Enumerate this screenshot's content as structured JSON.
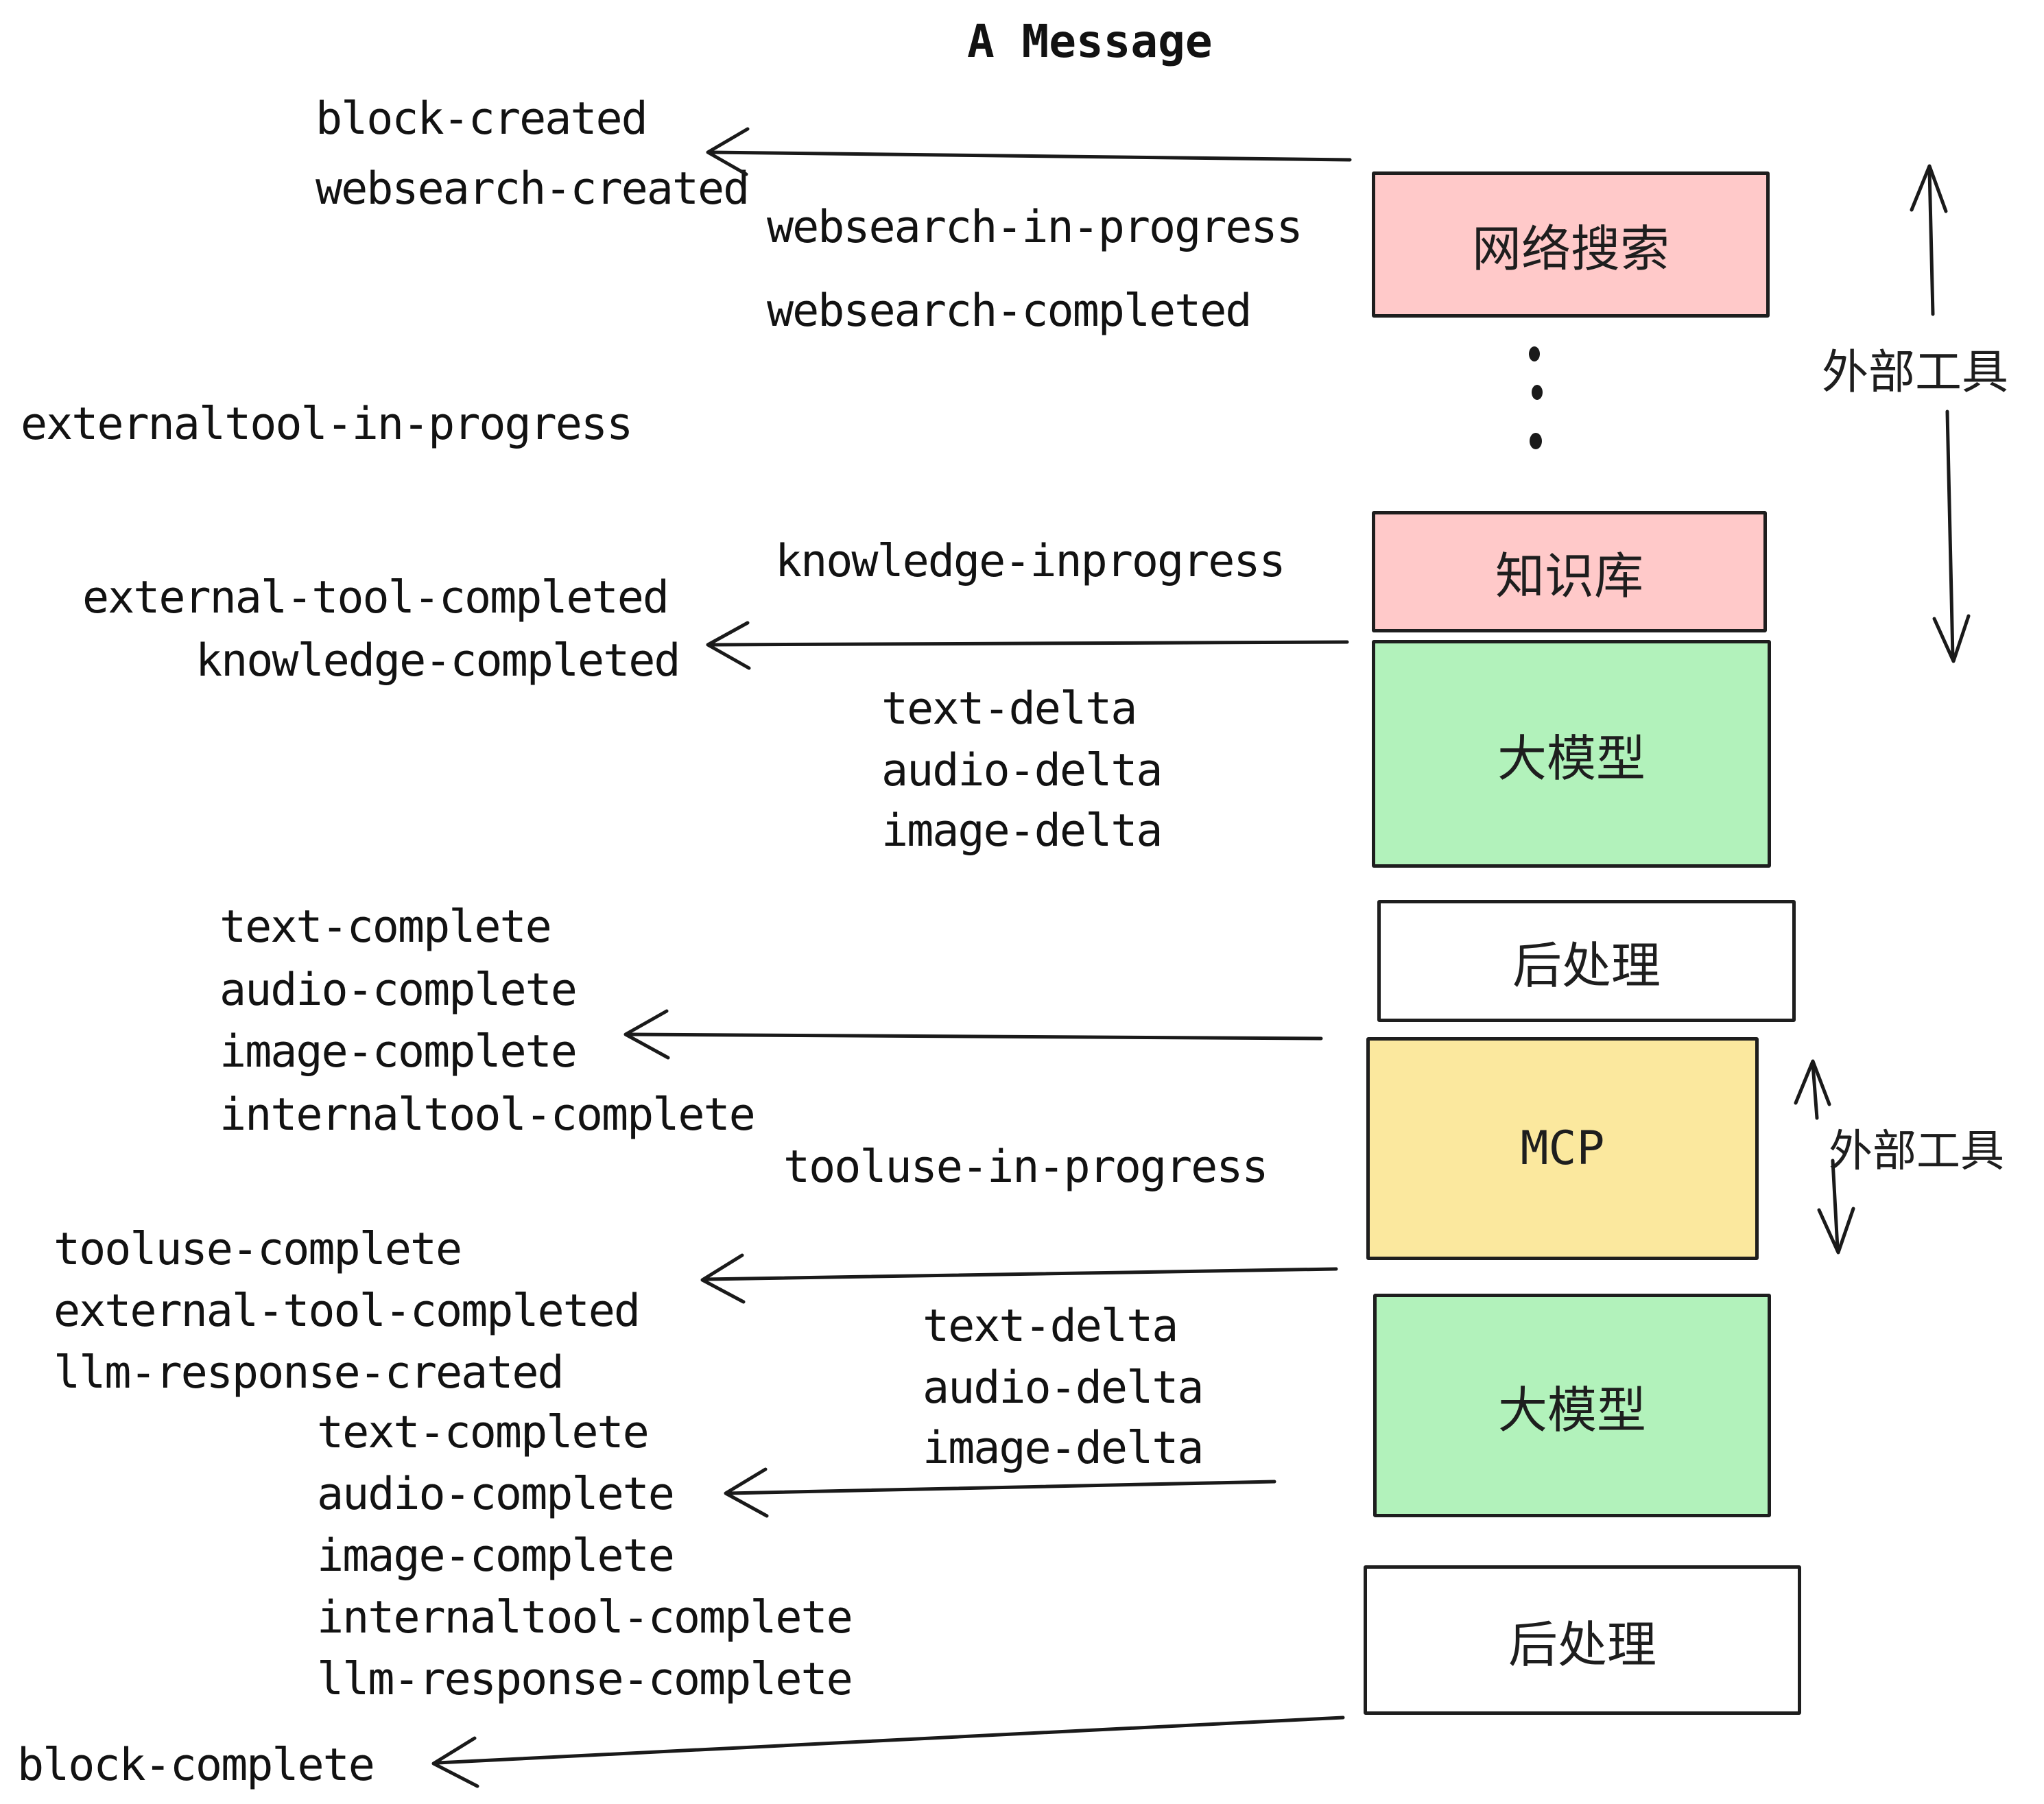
{
  "title": "A Message",
  "palette": {
    "pink": "#ffc9c9",
    "green": "#b2f2bb",
    "yellow": "#fbe89e",
    "white": "#ffffff",
    "ink": "#1e1e1e"
  },
  "boxes": {
    "websearch": "网络搜索",
    "knowledge": "知识库",
    "llm1": "大模型",
    "post1": "后处理",
    "mcp": "MCP",
    "llm2": "大模型",
    "post2": "后处理"
  },
  "side_annotations": {
    "external_tools_top": "外部工具",
    "external_tools_middle": "外部工具"
  },
  "events": {
    "block_created": "block-created",
    "websearch_created": "websearch-created",
    "websearch_in_progress": "websearch-in-progress",
    "websearch_completed": "websearch-completed",
    "externaltool_in_progress": "externaltool-in-progress",
    "knowledge_inprogress": "knowledge-inprogress",
    "external_tool_completed_1": "external-tool-completed",
    "knowledge_completed": "knowledge-completed",
    "text_delta_1": "text-delta",
    "audio_delta_1": "audio-delta",
    "image_delta_1": "image-delta",
    "text_complete_1": "text-complete",
    "audio_complete_1": "audio-complete",
    "image_complete_1": "image-complete",
    "internaltool_complete_1": "internaltool-complete",
    "tooluse_in_progress": "tooluse-in-progress",
    "tooluse_complete": "tooluse-complete",
    "external_tool_completed_2": "external-tool-completed",
    "llm_response_created": "llm-response-created",
    "text_delta_2": "text-delta",
    "audio_delta_2": "audio-delta",
    "image_delta_2": "image-delta",
    "text_complete_2": "text-complete",
    "audio_complete_2": "audio-complete",
    "image_complete_2": "image-complete",
    "internaltool_complete_2": "internaltool-complete",
    "llm_response_complete": "llm-response-complete",
    "block_complete": "block-complete"
  }
}
